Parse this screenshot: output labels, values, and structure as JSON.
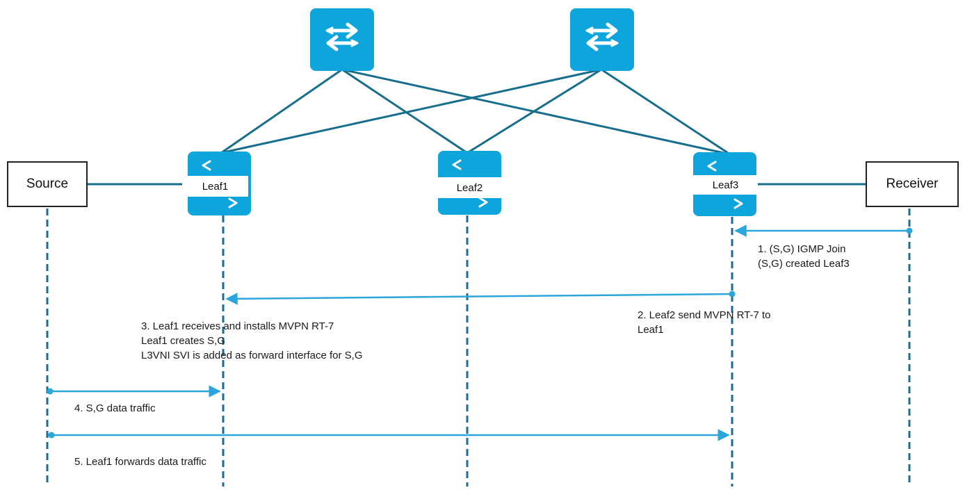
{
  "colors": {
    "device": "#0ea5dd",
    "link": "#176e8c",
    "lifeline": "#1b6e93",
    "message": "#2aa6dd",
    "text": "#1a1a1a"
  },
  "icons": {
    "spine": "switch-arrows-icon",
    "leaf": "leaf-switch-icon"
  },
  "endpoints": {
    "source": "Source",
    "receiver": "Receiver"
  },
  "leaves": [
    {
      "id": "leaf1",
      "label": "Leaf1"
    },
    {
      "id": "leaf2",
      "label": "Leaf2"
    },
    {
      "id": "leaf3",
      "label": "Leaf3"
    }
  ],
  "steps": {
    "step1": [
      "1. (S,G) IGMP Join",
      "(S,G) created Leaf3"
    ],
    "step2": [
      "2. Leaf2 send MVPN RT-7 to",
      "Leaf1"
    ],
    "step3": [
      "3. Leaf1 receives and installs MVPN RT-7",
      "Leaf1 creates S,G",
      "L3VNI SVI is added as forward interface for S,G"
    ],
    "step4": [
      "4. S,G data traffic"
    ],
    "step5": [
      "5. Leaf1 forwards data traffic"
    ]
  }
}
